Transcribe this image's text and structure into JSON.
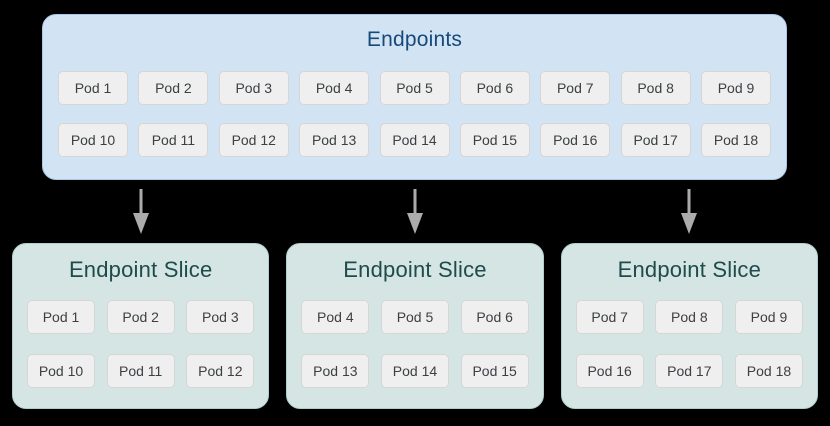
{
  "colors": {
    "background": "#000000",
    "endpoints_box_fill": "#d2e3f3",
    "endpoints_box_border": "#a9c7e6",
    "endpoints_title_text": "#174a7a",
    "slice_box_fill": "#d5e5e3",
    "slice_box_border": "#aecfcc",
    "slice_title_text": "#1e4b4b",
    "pod_fill": "#efefef",
    "pod_border": "#d6d6d6",
    "pod_text": "#3c4043",
    "arrow": "#ababab"
  },
  "icons": {
    "arrow": "down-arrow-icon"
  },
  "endpoints": {
    "title": "Endpoints",
    "rows": [
      [
        "Pod 1",
        "Pod 2",
        "Pod 3",
        "Pod 4",
        "Pod 5",
        "Pod 6",
        "Pod 7",
        "Pod 8",
        "Pod 9"
      ],
      [
        "Pod 10",
        "Pod 11",
        "Pod 12",
        "Pod 13",
        "Pod 14",
        "Pod 15",
        "Pod 16",
        "Pod 17",
        "Pod 18"
      ]
    ]
  },
  "slices": [
    {
      "title": "Endpoint Slice",
      "rows": [
        [
          "Pod 1",
          "Pod 2",
          "Pod 3"
        ],
        [
          "Pod 10",
          "Pod 11",
          "Pod 12"
        ]
      ]
    },
    {
      "title": "Endpoint Slice",
      "rows": [
        [
          "Pod 4",
          "Pod 5",
          "Pod 6"
        ],
        [
          "Pod 13",
          "Pod 14",
          "Pod 15"
        ]
      ]
    },
    {
      "title": "Endpoint Slice",
      "rows": [
        [
          "Pod 7",
          "Pod 8",
          "Pod 9"
        ],
        [
          "Pod 16",
          "Pod 17",
          "Pod 18"
        ]
      ]
    }
  ]
}
